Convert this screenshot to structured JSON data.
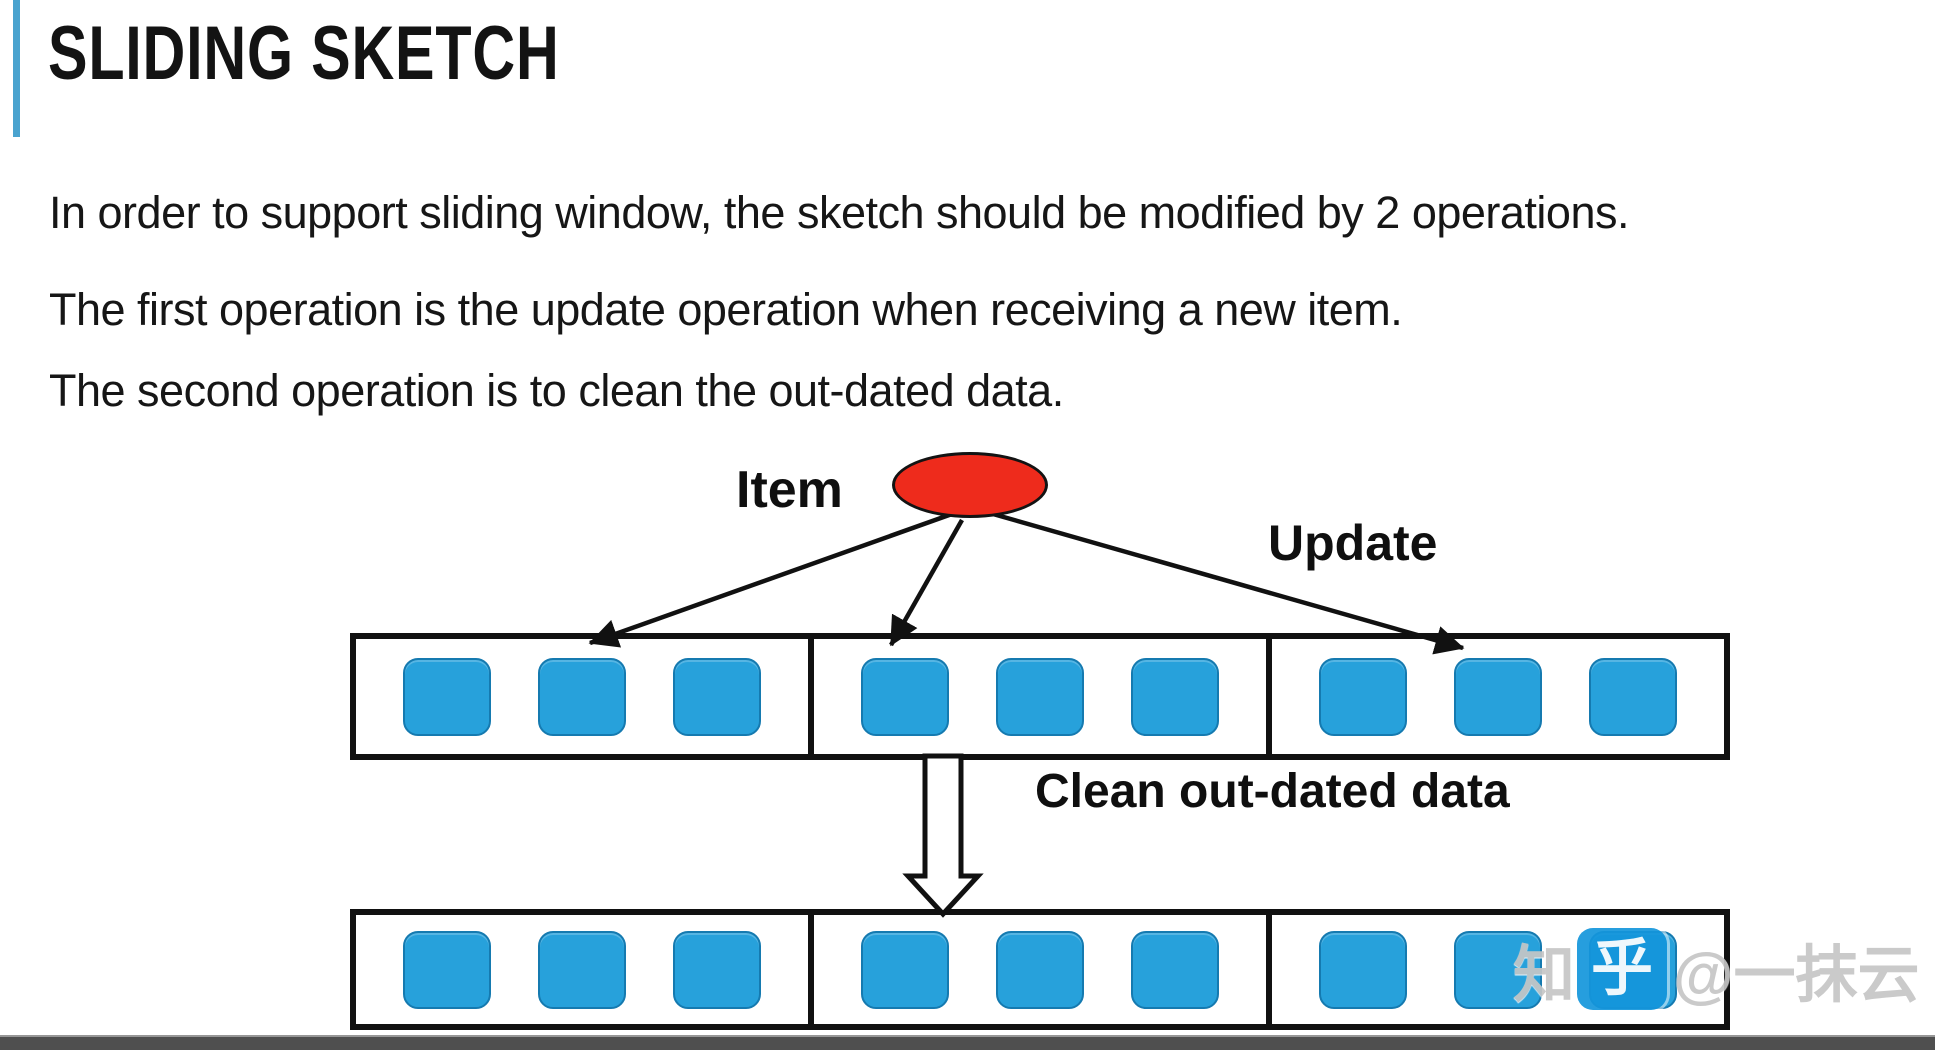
{
  "title": "SLIDING SKETCH",
  "intro": {
    "lines": [
      "In order to support sliding window, the sketch should be modified by 2 operations.",
      "The first operation is the update operation when receiving a new item.",
      "The second operation is to clean the out-dated data."
    ]
  },
  "diagram": {
    "item_label": "Item",
    "update_label": "Update",
    "clean_label": "Clean out-dated data",
    "array_count": 2,
    "sections_per_array": 3,
    "cells_per_section": 3
  },
  "watermark": {
    "prefix_char": "知",
    "logo_char": "乎",
    "handle": "@一抹云"
  },
  "colors": {
    "accent_bar": "#4aa3cf",
    "cell_fill": "#27a1db",
    "cell_border": "#157ab0",
    "item_red": "#ee2b1c",
    "logo_blue": "#1496dc",
    "watermark_gray": "#c6c6c6",
    "bottom_bar": "#4f4f4f"
  }
}
